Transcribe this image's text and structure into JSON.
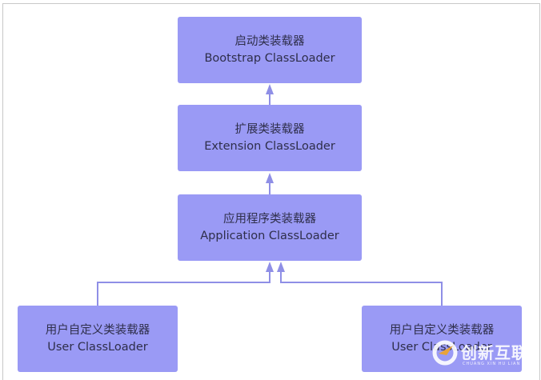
{
  "diagram": {
    "nodes": [
      {
        "id": "bootstrap",
        "label_cn": "启动类装载器",
        "label_en": "Bootstrap ClassLoader"
      },
      {
        "id": "extension",
        "label_cn": "扩展类装载器",
        "label_en": "Extension ClassLoader"
      },
      {
        "id": "application",
        "label_cn": "应用程序类装载器",
        "label_en": "Application ClassLoader"
      },
      {
        "id": "user1",
        "label_cn": "用户自定义类装载器",
        "label_en": "User ClassLoader"
      },
      {
        "id": "user2",
        "label_cn": "用户自定义类装载器",
        "label_en": "User ClassLoader"
      }
    ],
    "edges": [
      {
        "from": "extension",
        "to": "bootstrap"
      },
      {
        "from": "application",
        "to": "extension"
      },
      {
        "from": "user1",
        "to": "application"
      },
      {
        "from": "user2",
        "to": "application"
      }
    ],
    "colors": {
      "node_fill": "#9a9af5",
      "edge": "#8f8fe6",
      "text": "#2e2e4a"
    }
  },
  "watermark": {
    "text": "创新互联",
    "subtext": "CHUANG XIN HU LIAN"
  }
}
